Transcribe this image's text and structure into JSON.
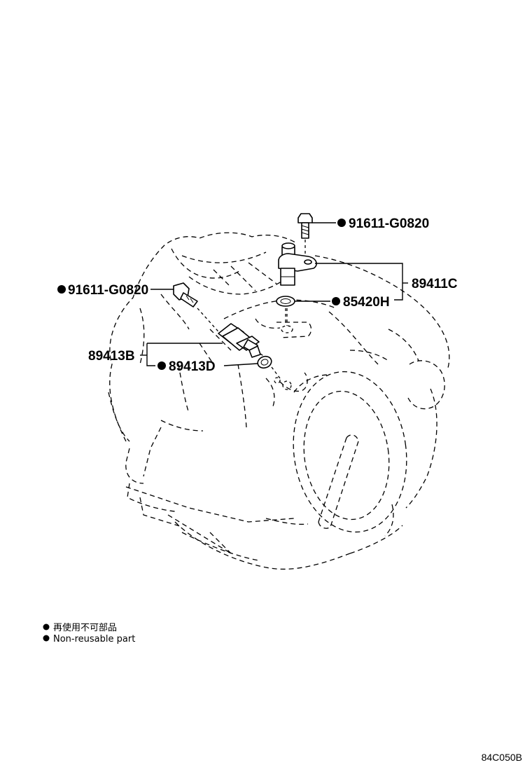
{
  "callouts": {
    "bolt_top": "91611-G0820",
    "bolt_left": "91611-G0820",
    "sensor_assembly_c": "89411C",
    "o_ring_h": "85420H",
    "sensor_assembly_b": "89413B",
    "o_ring_d": "89413D"
  },
  "legend": [
    {
      "text": "再使用不可部品"
    },
    {
      "text": "Non-reusable part"
    }
  ],
  "figure_id": "84C050B",
  "colors": {
    "ink": "#000000",
    "paper": "#ffffff"
  }
}
